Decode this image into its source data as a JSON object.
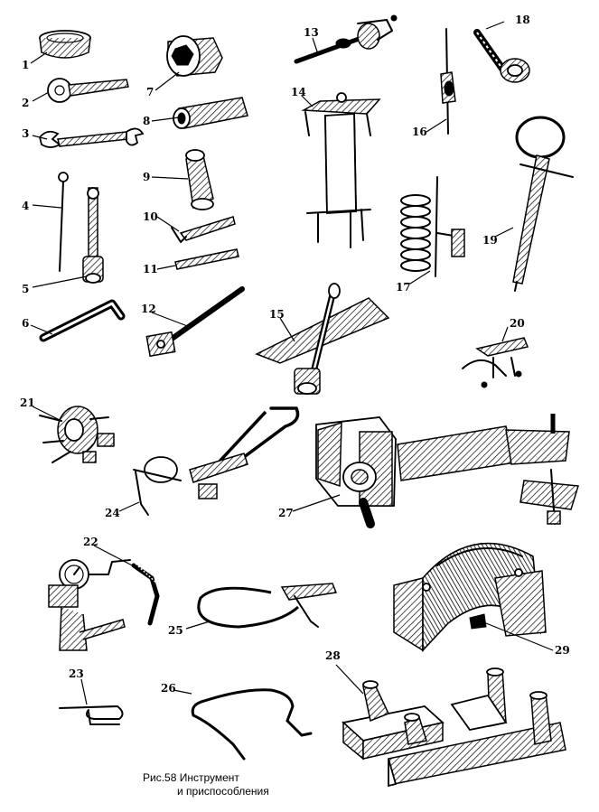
{
  "caption": {
    "line1": "Рис.58 Инструмент",
    "line2": "и приспособления"
  },
  "labels": [
    "1",
    "2",
    "3",
    "4",
    "5",
    "6",
    "7",
    "8",
    "9",
    "10",
    "11",
    "12",
    "13",
    "14",
    "15",
    "16",
    "17",
    "18",
    "19",
    "20",
    "21",
    "22",
    "23",
    "24",
    "25",
    "26",
    "27",
    "28",
    "29"
  ]
}
